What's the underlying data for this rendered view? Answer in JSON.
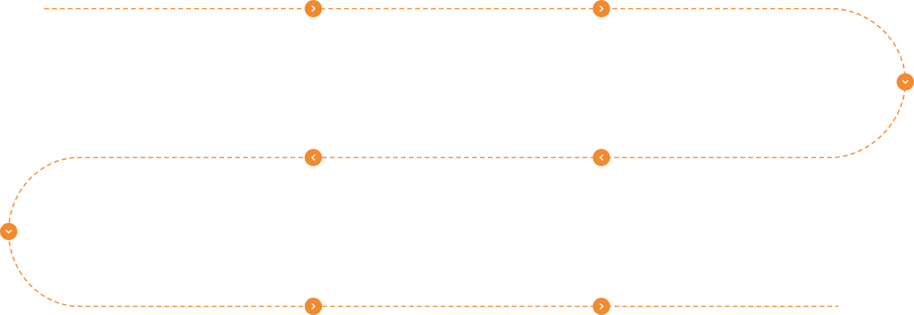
{
  "colors": {
    "accent": "#F28A2E",
    "arrow": "#FFFFFF",
    "background": "#FFFFFF"
  },
  "timeline": {
    "rows": [
      {
        "direction": "right",
        "markers": [
          {
            "icon": "chevron-right-icon"
          },
          {
            "icon": "chevron-right-icon"
          }
        ]
      },
      {
        "direction": "left",
        "markers": [
          {
            "icon": "chevron-left-icon"
          },
          {
            "icon": "chevron-left-icon"
          }
        ]
      },
      {
        "direction": "right",
        "markers": [
          {
            "icon": "chevron-right-icon"
          },
          {
            "icon": "chevron-right-icon"
          }
        ]
      }
    ],
    "turns": [
      {
        "side": "right",
        "icon": "chevron-down-icon"
      },
      {
        "side": "left",
        "icon": "chevron-down-icon"
      }
    ]
  }
}
